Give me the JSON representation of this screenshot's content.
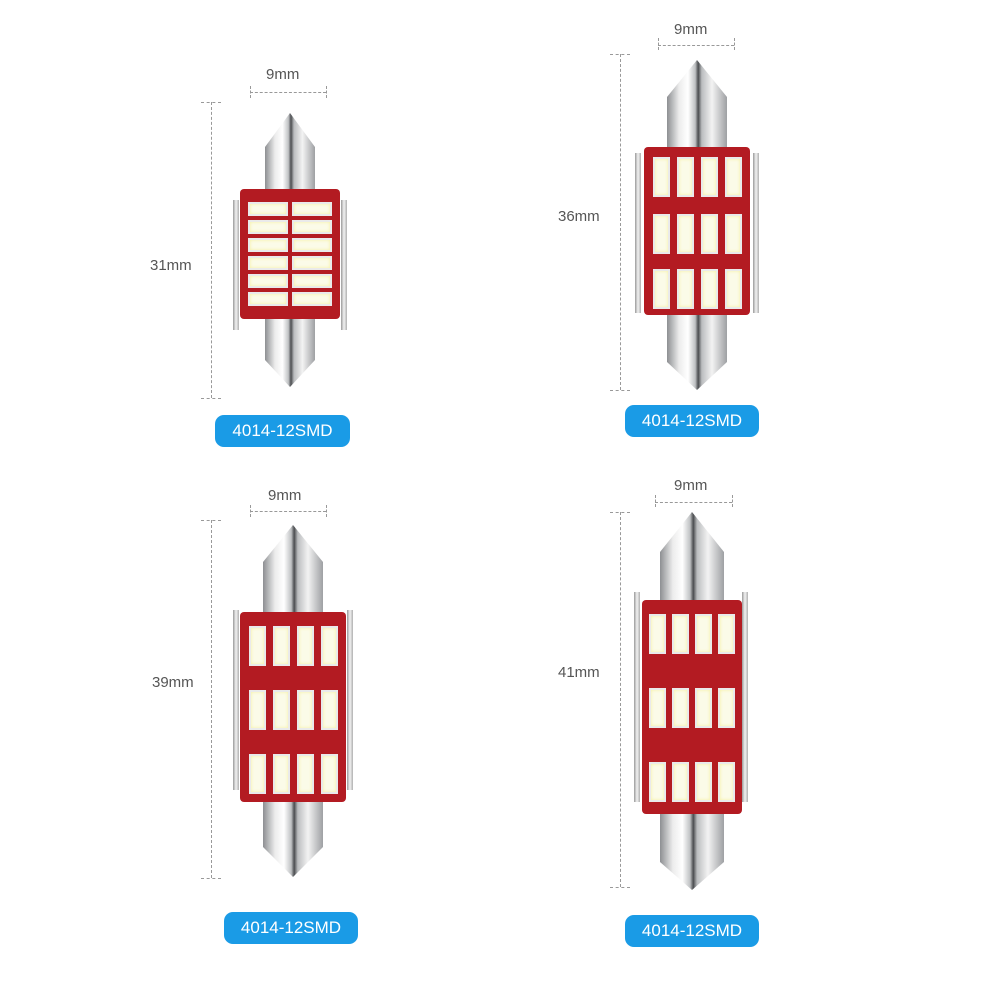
{
  "products": [
    {
      "id": "bulb-31",
      "width_label": "9mm",
      "length_label": "31mm",
      "badge": "4014-12SMD",
      "led_layout": "2 columns x 6 rows, horizontal chips"
    },
    {
      "id": "bulb-36",
      "width_label": "9mm",
      "length_label": "36mm",
      "badge": "4014-12SMD",
      "led_layout": "4 columns x 3 rows, vertical chips"
    },
    {
      "id": "bulb-39",
      "width_label": "9mm",
      "length_label": "39mm",
      "badge": "4014-12SMD",
      "led_layout": "4 columns x 3 rows, vertical chips"
    },
    {
      "id": "bulb-41",
      "width_label": "9mm",
      "length_label": "41mm",
      "badge": "4014-12SMD",
      "led_layout": "4 columns x 3 rows, vertical chips"
    }
  ],
  "colors": {
    "badge_bg": "#1a9be6",
    "badge_text": "#ffffff",
    "pcb": "#b31b22",
    "dimension_lines": "#999999",
    "dimension_text": "#555555"
  }
}
